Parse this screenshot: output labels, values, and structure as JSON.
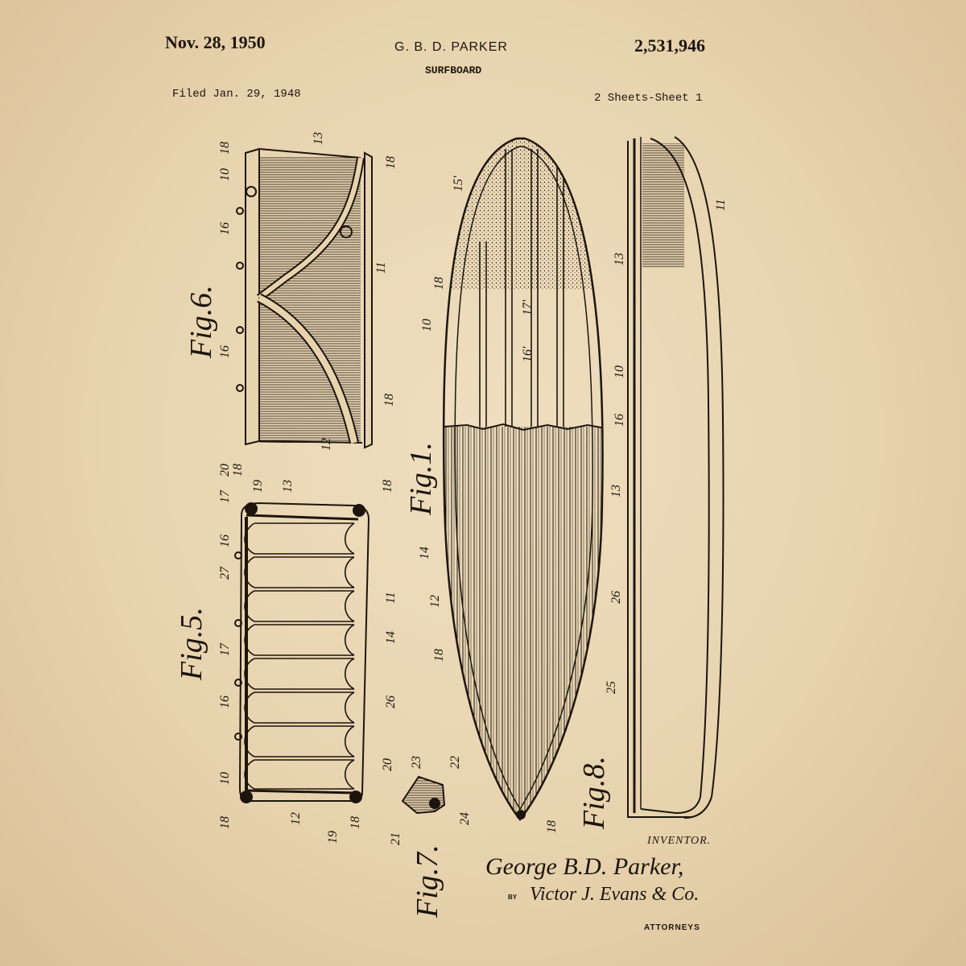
{
  "header": {
    "date": "Nov. 28, 1950",
    "inventor_name": "G. B. D. PARKER",
    "title": "SURFBOARD",
    "patent_number": "2,531,946",
    "filed": "Filed Jan. 29, 1948",
    "sheet": "2 Sheets-Sheet 1"
  },
  "figures": {
    "fig1": "Fig.1.",
    "fig5": "Fig.5.",
    "fig6": "Fig.6.",
    "fig7": "Fig.7.",
    "fig8": "Fig.8."
  },
  "refs": {
    "r10": "10",
    "r11": "11",
    "r12": "12",
    "r13": "13",
    "r14": "14",
    "r15": "15'",
    "r16": "16",
    "r16p": "16'",
    "r17": "17",
    "r17p": "17'",
    "r18": "18",
    "r19": "19",
    "r20": "20",
    "r21": "21",
    "r22": "22",
    "r23": "23",
    "r24": "24",
    "r25": "25",
    "r26": "26",
    "r27": "27"
  },
  "footer": {
    "inventor_label": "INVENTOR.",
    "signature": "George B.D. Parker,",
    "by": "BY",
    "attorney": "Victor J. Evans & Co.",
    "attorneys_label": "ATTORNEYS"
  },
  "colors": {
    "paper": "#e7d3ae",
    "ink": "#1d150d"
  }
}
